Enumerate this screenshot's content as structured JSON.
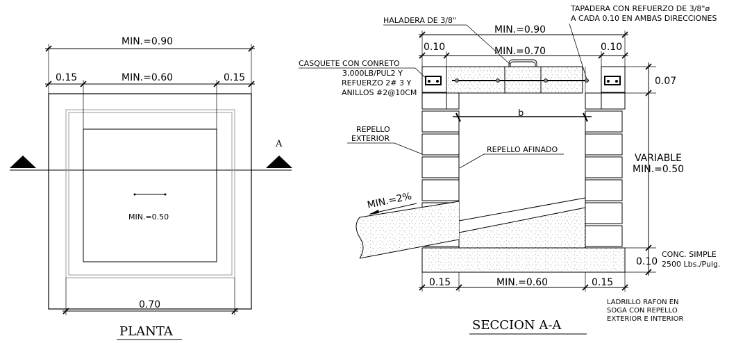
{
  "planta": {
    "title": "PLANTA",
    "dim_top": "MIN.=0.90",
    "dim_left": "0.15",
    "dim_mid": "MIN.=0.60",
    "dim_right": "0.15",
    "dim_bottom": "0.70",
    "center_label": "MIN.=0.50",
    "section_marker": "A"
  },
  "seccion": {
    "title": "SECCION A-A",
    "haladera": "HALADERA DE 3/8\"",
    "tapadera_line1": "TAPADERA CON REFUERZO DE 3/8\"ø",
    "tapadera_line2": "A CADA 0.10 EN AMBAS DIRECCIONES",
    "dim_total": "MIN.=0.90",
    "dim_inner": "MIN.=0.70",
    "dim_left_top": "0.10",
    "dim_right_top": "0.10",
    "casquete_line1": "CASQUETE  CON CONRETO",
    "casquete_line2": "3,000LB/PUL2 Y",
    "casquete_line3": "REFUERZO 2# 3 Y",
    "casquete_line4": "ANILLOS #2@10CM",
    "dim_cap": "0.07",
    "b_label": "b",
    "repello_ext_line1": "REPELLO",
    "repello_ext_line2": "EXTERIOR",
    "repello_afinado": "REPELLO  AFINADO",
    "variable_line1": "VARIABLE",
    "variable_line2": "MIN.=0.50",
    "slope": "MIN.=2%",
    "dim_base": "0.10",
    "conc_line1": "CONC. SIMPLE",
    "conc_line2": "2500 Lbs./Pulg.",
    "dim_bottom_left": "0.15",
    "dim_bottom_mid": "MIN.=0.60",
    "dim_bottom_right": "0.15",
    "ladrillo_line1": "LADRILLO RAFON EN",
    "ladrillo_line2": "SOGA CON REPELLO",
    "ladrillo_line3": "EXTERIOR E INTERIOR"
  }
}
